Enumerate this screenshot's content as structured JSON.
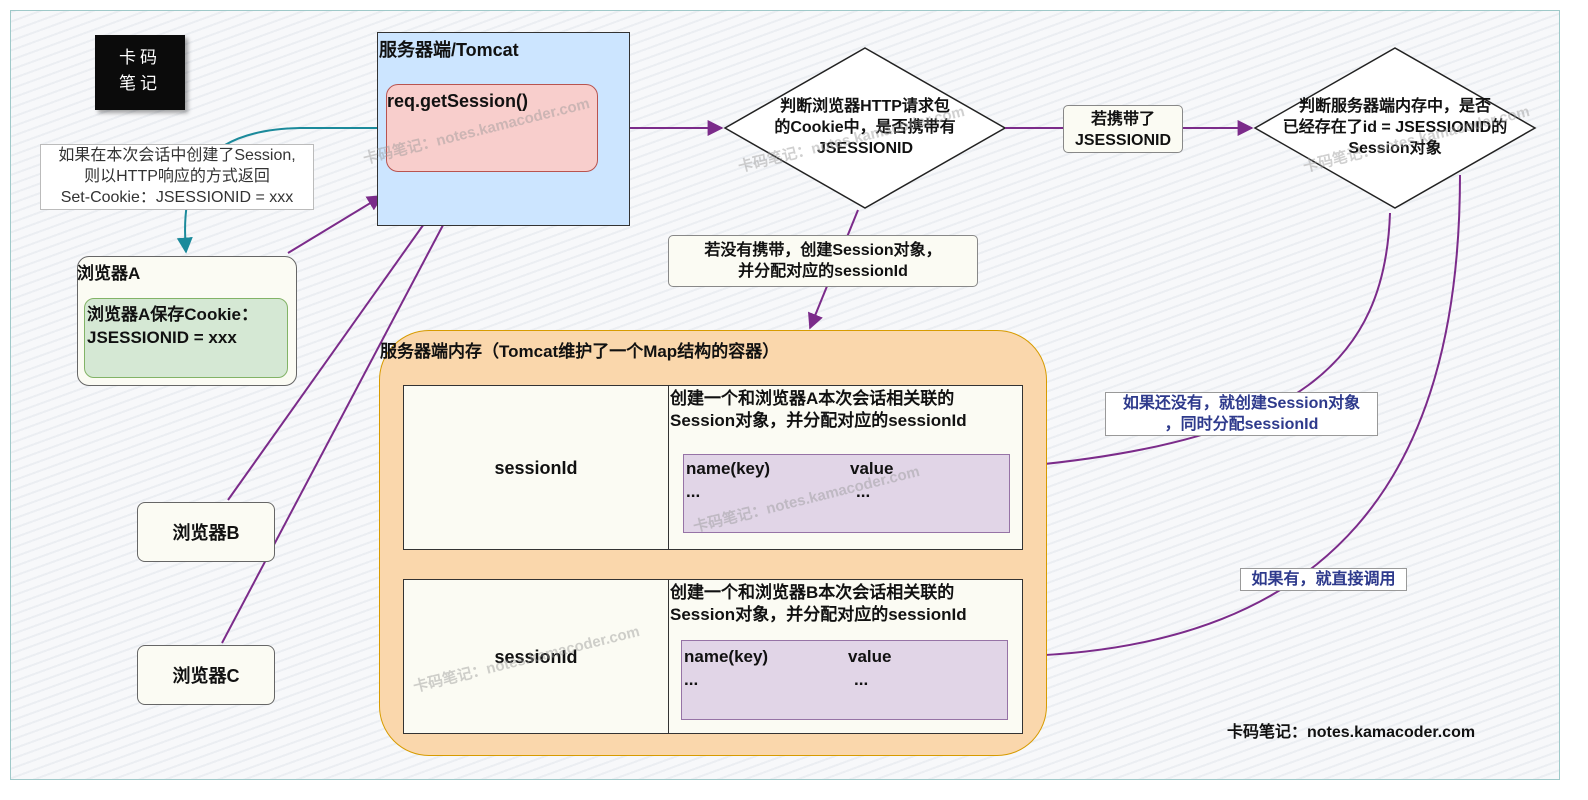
{
  "logo": {
    "line1": "卡码",
    "line2": "笔记"
  },
  "server": {
    "title": "服务器端/Tomcat",
    "method": "req.getSession()"
  },
  "response_note": {
    "line1": "如果在本次会话中创建了Session,",
    "line2": "则以HTTP响应的方式返回",
    "line3": "Set-Cookie：JSESSIONID = xxx"
  },
  "browsers": {
    "a_title": "浏览器A",
    "a_cookie_line1": "浏览器A保存Cookie：",
    "a_cookie_line2": "JSESSIONID = xxx",
    "b": "浏览器B",
    "c": "浏览器C"
  },
  "decision1": {
    "line1": "判断浏览器HTTP请求包",
    "line2": "的Cookie中，是否携带有",
    "line3": "JSESSIONID"
  },
  "carried_label": {
    "line1": "若携带了",
    "line2": "JSESSIONID"
  },
  "decision2": {
    "line1": "判断服务器端内存中，是否",
    "line2": "已经存在了id = JSESSIONID的",
    "line3": "Session对象"
  },
  "not_carried_label": {
    "line1": "若没有携带，创建Session对象，",
    "line2": "并分配对应的sessionId"
  },
  "memory": {
    "title": "服务器端内存（Tomcat维护了一个Map结构的容器）",
    "rows": [
      {
        "key": "sessionId",
        "desc_line1": "创建一个和浏览器A本次会话相关联的",
        "desc_line2": "Session对象，并分配对应的sessionId",
        "col1": "name(key)",
        "col2": "value",
        "dots1": "...",
        "dots2": "..."
      },
      {
        "key": "sessionId",
        "desc_line1": "创建一个和浏览器B本次会话相关联的",
        "desc_line2": "Session对象，并分配对应的sessionId",
        "col1": "name(key)",
        "col2": "value",
        "dots1": "...",
        "dots2": "..."
      }
    ]
  },
  "create_note": {
    "line1": "如果还没有，就创建Session对象",
    "line2": "，同时分配sessionId"
  },
  "reuse_note": "如果有，就直接调用",
  "watermark": "卡码笔记：notes.kamacoder.com",
  "footer": "卡码笔记：notes.kamacoder.com",
  "colors": {
    "arrow": "#7b2b8a",
    "teal_arrow": "#1b8a9b",
    "tomcat_fill": "#cce5ff",
    "memory_fill": "#fad7ac"
  }
}
